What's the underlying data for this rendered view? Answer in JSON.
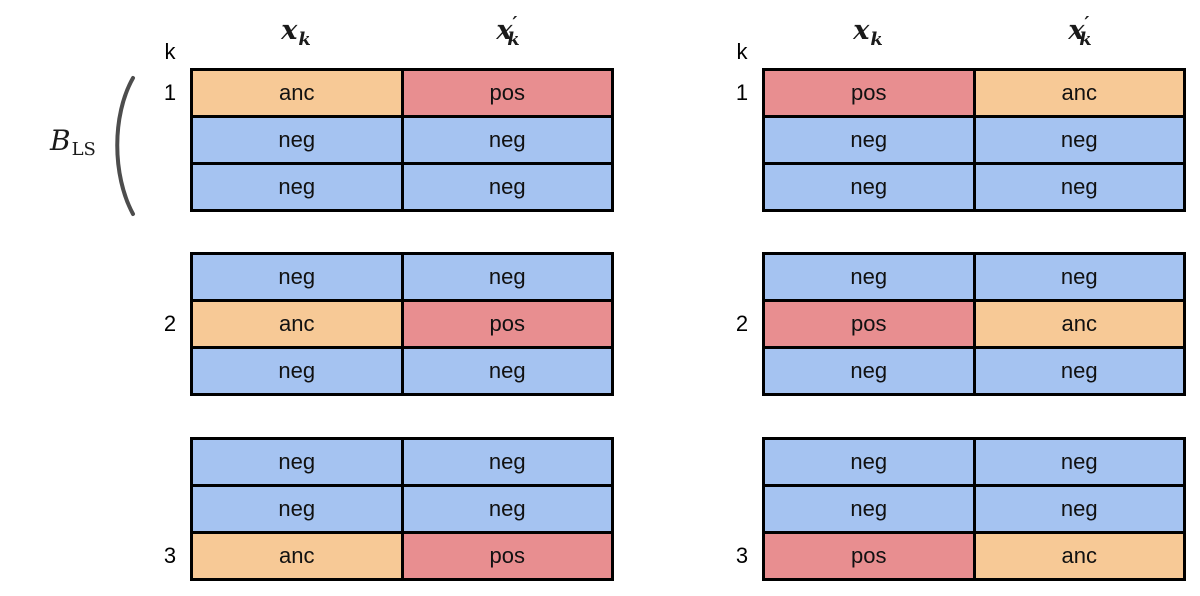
{
  "label": {
    "base": "B",
    "subscript": "LS"
  },
  "k_header": "k",
  "col_header_primary": {
    "base": "x",
    "prime": "",
    "sub": "k"
  },
  "col_header_secondary": {
    "base": "x",
    "prime": "′",
    "sub": "k"
  },
  "colors": {
    "anc": "#f7c996",
    "pos": "#e88e90",
    "neg": "#a5c3f1",
    "border": "#000000",
    "paren": "#4d4d4d"
  },
  "cell_labels": {
    "anchor": "anc",
    "positive": "pos",
    "negative": "neg"
  },
  "groups": [
    {
      "name": "anchor-first",
      "blocks": [
        {
          "k_label": "1",
          "k_row": 0,
          "rows": [
            [
              "anc",
              "pos"
            ],
            [
              "neg",
              "neg"
            ],
            [
              "neg",
              "neg"
            ]
          ]
        },
        {
          "k_label": "2",
          "k_row": 1,
          "rows": [
            [
              "neg",
              "neg"
            ],
            [
              "anc",
              "pos"
            ],
            [
              "neg",
              "neg"
            ]
          ]
        },
        {
          "k_label": "3",
          "k_row": 2,
          "rows": [
            [
              "neg",
              "neg"
            ],
            [
              "neg",
              "neg"
            ],
            [
              "anc",
              "pos"
            ]
          ]
        }
      ]
    },
    {
      "name": "positive-first",
      "blocks": [
        {
          "k_label": "1",
          "k_row": 0,
          "rows": [
            [
              "pos",
              "anc"
            ],
            [
              "neg",
              "neg"
            ],
            [
              "neg",
              "neg"
            ]
          ]
        },
        {
          "k_label": "2",
          "k_row": 1,
          "rows": [
            [
              "neg",
              "neg"
            ],
            [
              "pos",
              "anc"
            ],
            [
              "neg",
              "neg"
            ]
          ]
        },
        {
          "k_label": "3",
          "k_row": 2,
          "rows": [
            [
              "neg",
              "neg"
            ],
            [
              "neg",
              "neg"
            ],
            [
              "pos",
              "anc"
            ]
          ]
        }
      ]
    }
  ]
}
